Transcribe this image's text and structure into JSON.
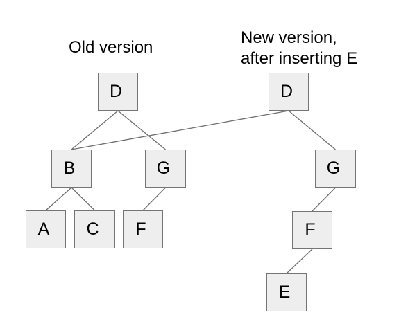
{
  "titles": {
    "old": "Old version",
    "new_line1": "New version,",
    "new_line2": "after inserting E"
  },
  "nodes": {
    "old_d": "D",
    "old_b": "B",
    "old_g": "G",
    "old_a": "A",
    "old_c": "C",
    "old_f": "F",
    "new_d": "D",
    "new_g": "G",
    "new_f": "F",
    "new_e": "E"
  },
  "edges": [
    {
      "from": "old_d",
      "to": "old_b"
    },
    {
      "from": "old_d",
      "to": "old_g"
    },
    {
      "from": "old_b",
      "to": "old_a"
    },
    {
      "from": "old_b",
      "to": "old_c"
    },
    {
      "from": "old_g",
      "to": "old_f"
    },
    {
      "from": "new_d",
      "to": "old_b"
    },
    {
      "from": "new_d",
      "to": "new_g"
    },
    {
      "from": "new_g",
      "to": "new_f"
    },
    {
      "from": "new_f",
      "to": "new_e"
    }
  ],
  "colors": {
    "background": "#ffffff",
    "node_fill": "#eeeeee",
    "node_border": "#757575",
    "edge": "#6e6e6e",
    "text": "#000000"
  }
}
